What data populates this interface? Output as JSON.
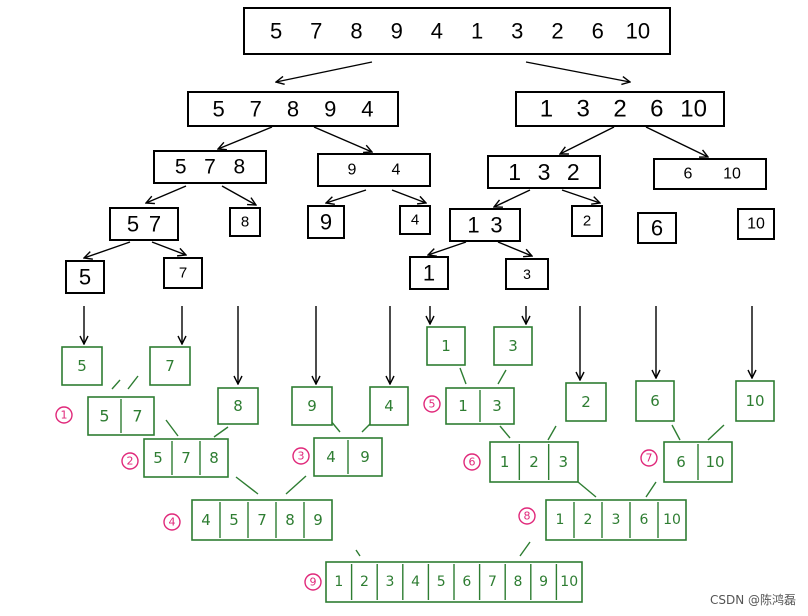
{
  "split_nodes": [
    {
      "id": "s0",
      "values": [
        "5",
        "7",
        "8",
        "9",
        "4",
        "1",
        "3",
        "2",
        "6",
        "10"
      ]
    },
    {
      "id": "s1",
      "values": [
        "5",
        "7",
        "8",
        "9",
        "4"
      ]
    },
    {
      "id": "s2",
      "values": [
        "1",
        "3",
        "2",
        "6",
        "10"
      ]
    },
    {
      "id": "s3",
      "values": [
        "5",
        "7",
        "8"
      ]
    },
    {
      "id": "s4",
      "values": [
        "9",
        "4"
      ]
    },
    {
      "id": "s5",
      "values": [
        "1",
        "3",
        "2"
      ]
    },
    {
      "id": "s6",
      "values": [
        "6",
        "10"
      ]
    },
    {
      "id": "s7",
      "values": [
        "5",
        "7"
      ]
    },
    {
      "id": "s8",
      "values": [
        "8"
      ]
    },
    {
      "id": "s9",
      "values": [
        "9"
      ]
    },
    {
      "id": "s10",
      "values": [
        "4"
      ]
    },
    {
      "id": "s11",
      "values": [
        "1",
        "3"
      ]
    },
    {
      "id": "s12",
      "values": [
        "2"
      ]
    },
    {
      "id": "s13",
      "values": [
        "6"
      ]
    },
    {
      "id": "s14",
      "values": [
        "10"
      ]
    },
    {
      "id": "s15",
      "values": [
        "5"
      ]
    },
    {
      "id": "s16",
      "values": [
        "7"
      ]
    },
    {
      "id": "s17",
      "values": [
        "1"
      ]
    },
    {
      "id": "s18",
      "values": [
        "3"
      ]
    }
  ],
  "merge_nodes": [
    {
      "id": "g5",
      "values": [
        "5"
      ]
    },
    {
      "id": "g7",
      "values": [
        "7"
      ]
    },
    {
      "id": "g8",
      "values": [
        "8"
      ]
    },
    {
      "id": "g9",
      "values": [
        "9"
      ]
    },
    {
      "id": "g4",
      "values": [
        "4"
      ]
    },
    {
      "id": "g1",
      "values": [
        "1"
      ]
    },
    {
      "id": "g3",
      "values": [
        "3"
      ]
    },
    {
      "id": "g2",
      "values": [
        "2"
      ]
    },
    {
      "id": "g6",
      "values": [
        "6"
      ]
    },
    {
      "id": "g10",
      "values": [
        "10"
      ]
    },
    {
      "id": "m1",
      "values": [
        "5",
        "7"
      ],
      "step": "1"
    },
    {
      "id": "m2",
      "values": [
        "5",
        "7",
        "8"
      ],
      "step": "2"
    },
    {
      "id": "m3",
      "values": [
        "4",
        "9"
      ],
      "step": "3"
    },
    {
      "id": "m4",
      "values": [
        "4",
        "5",
        "7",
        "8",
        "9"
      ],
      "step": "4"
    },
    {
      "id": "m5",
      "values": [
        "1",
        "3"
      ],
      "step": "5"
    },
    {
      "id": "m6",
      "values": [
        "1",
        "2",
        "3"
      ],
      "step": "6"
    },
    {
      "id": "m7",
      "values": [
        "6",
        "10"
      ],
      "step": "7"
    },
    {
      "id": "m8",
      "values": [
        "1",
        "2",
        "3",
        "6",
        "10"
      ],
      "step": "8"
    },
    {
      "id": "m9",
      "values": [
        "1",
        "2",
        "3",
        "4",
        "5",
        "6",
        "7",
        "8",
        "9",
        "10"
      ],
      "step": "9"
    }
  ],
  "watermark": "CSDN @陈鸿磊"
}
